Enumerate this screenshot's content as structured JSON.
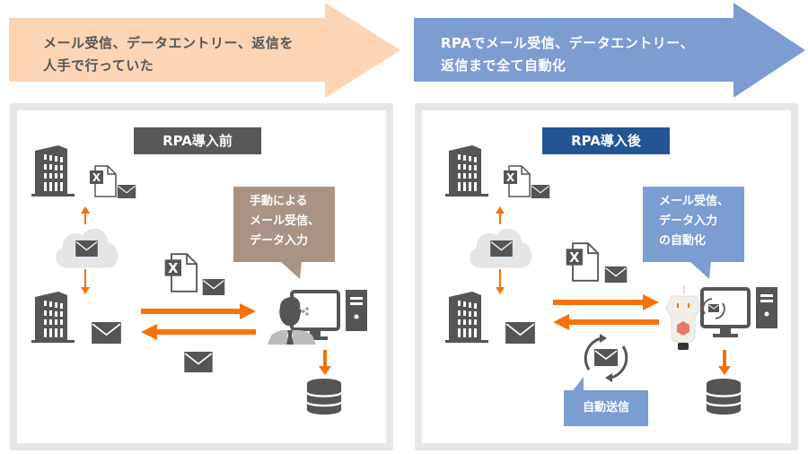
{
  "colors": {
    "before_arrow": "#fdd5b5",
    "after_arrow": "#7b9dd2",
    "before_label_bg": "#585858",
    "after_label_bg": "#235594",
    "before_bubble": "#a89385",
    "after_bubble": "#7b9dd2",
    "flow_arrow": "#f5720a",
    "icon_dark": "#555555",
    "panel_border": "#e7e7e7"
  },
  "before": {
    "arrow_text_line1": "メール受信、データエントリー、返信を",
    "arrow_text_line2": "人手で行っていた",
    "label": "RPA導入前",
    "bubble_line1": "手動による",
    "bubble_line2": "メール受信、",
    "bubble_line3": "データ入力"
  },
  "after": {
    "arrow_text_line1": "RPAでメール受信、データエントリー、",
    "arrow_text_line2": "返信まで全て自動化",
    "label": "RPA導入後",
    "bubble_line1": "メール受信、",
    "bubble_line2": "データ入力",
    "bubble_line3": "の自動化",
    "auto_send_label": "自動送信"
  },
  "icons": {
    "building": "office-building",
    "excel": "excel-file",
    "mail": "envelope",
    "cloud": "cloud",
    "pc": "desktop-computer",
    "database": "database",
    "person": "operator-person",
    "robot": "rpa-robot",
    "sync": "sync-cycle"
  }
}
